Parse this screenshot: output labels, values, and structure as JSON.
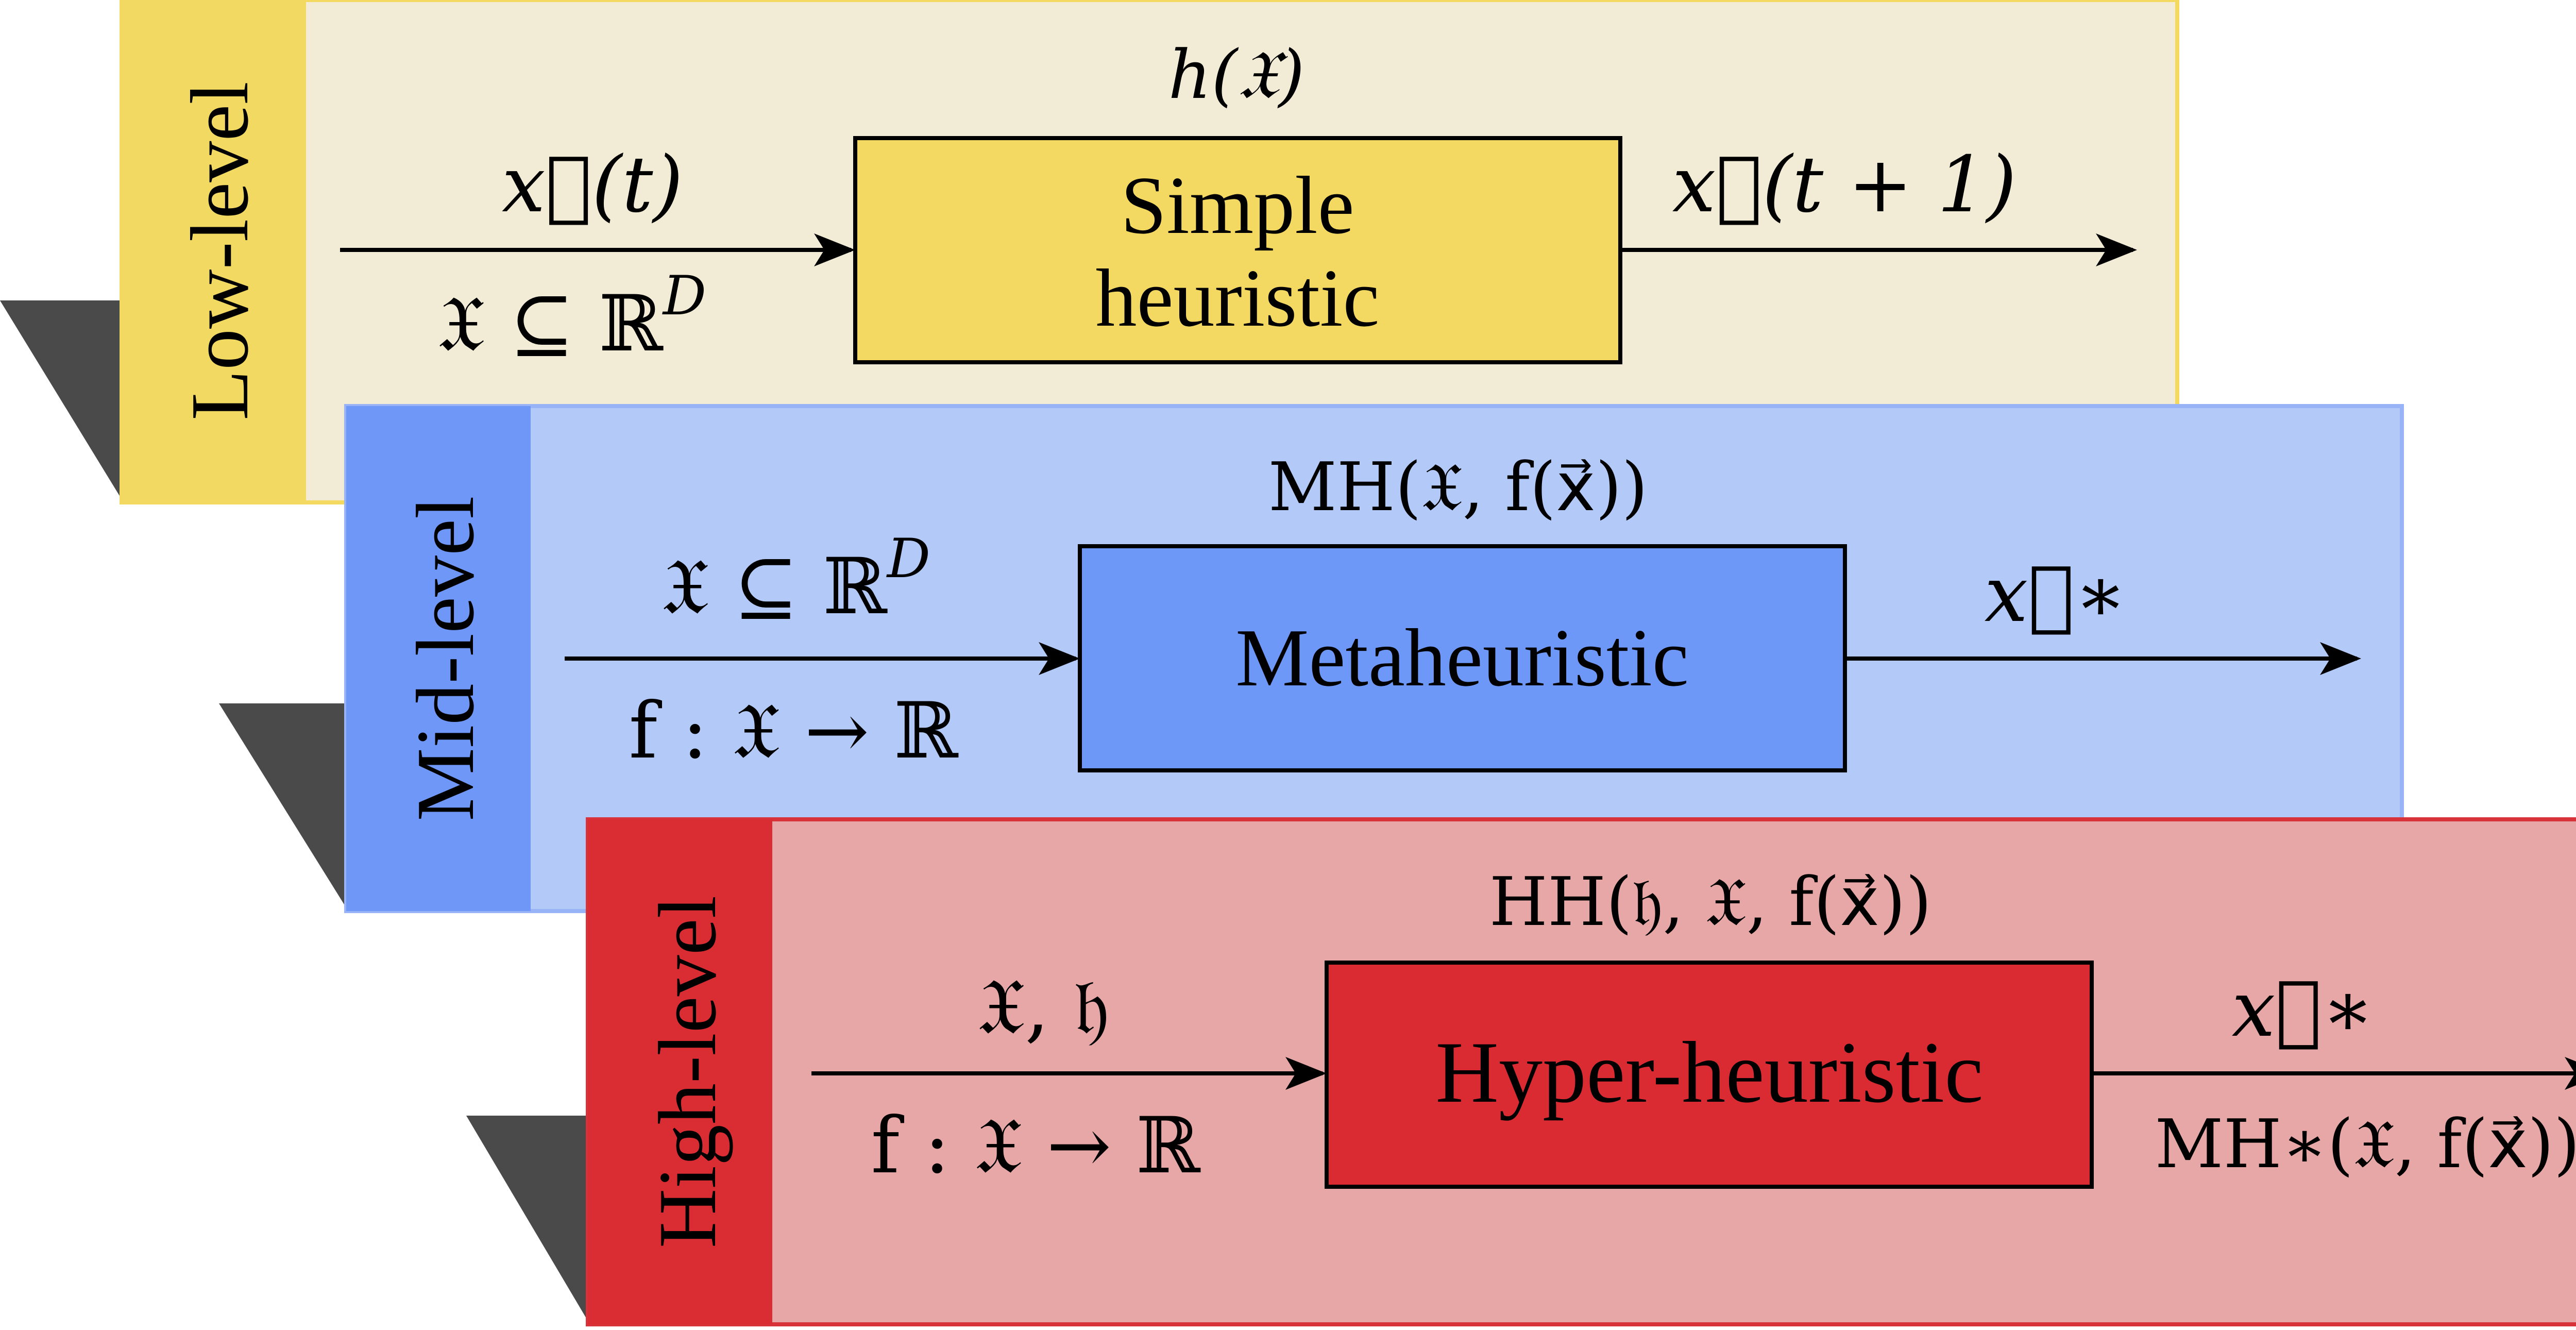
{
  "diagram": {
    "levels": [
      {
        "id": "low",
        "level_label": "Low-level",
        "function_label": "h(𝔛)",
        "box_label_lines": [
          "Simple",
          "heuristic"
        ],
        "input_top": "x⃗(t)",
        "input_bottom": "𝔛 ⊆ ℝ",
        "input_bottom_sup": "D",
        "output_top": "x⃗(t + 1)",
        "output_bottom": "",
        "colors": {
          "panel": "#F2ECD7",
          "panel_border": "#F3D95F",
          "tab": "#F2D962",
          "box": "#F3D962"
        }
      },
      {
        "id": "mid",
        "level_label": "Mid-level",
        "function_label": "MH(𝔛, f(x⃗))",
        "box_label_lines": [
          "Metaheuristic"
        ],
        "input_top": "𝔛 ⊆ ℝ",
        "input_top_sup": "D",
        "input_bottom": "f : 𝔛 → ℝ",
        "output_top": "x⃗∗",
        "output_bottom": "",
        "colors": {
          "panel": "#B3C9F8",
          "panel_border": "#98B4F7",
          "tab": "#6E97F7",
          "box": "#6E98F8"
        }
      },
      {
        "id": "high",
        "level_label": "High-level",
        "function_label": "HH(𝔥, 𝔛, f(x⃗))",
        "box_label_lines": [
          "Hyper-heuristic"
        ],
        "input_top": "𝔛, 𝔥",
        "input_bottom": "f : 𝔛 → ℝ",
        "output_top": "x⃗∗",
        "output_bottom": "MH∗(𝔛, f(x⃗))",
        "colors": {
          "panel": "#E8A7A7",
          "panel_border": "#D8333A",
          "tab": "#D92C33",
          "box": "#DA2B33"
        }
      }
    ],
    "shadow_color": "#4A4A4A",
    "arrow_color": "#000000"
  }
}
